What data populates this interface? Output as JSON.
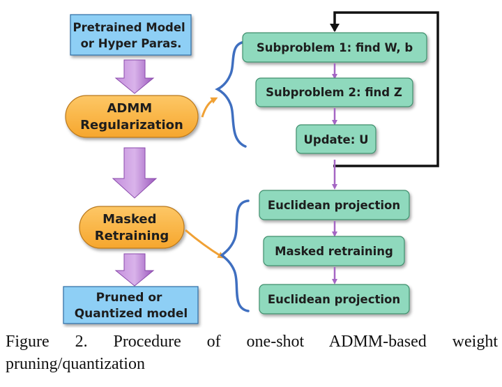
{
  "left_flow": {
    "pretrained": [
      "Pretrained Model",
      "or Hyper Paras."
    ],
    "admm": [
      "ADMM",
      "Regularization"
    ],
    "masked": [
      "Masked",
      "Retraining"
    ],
    "output": [
      "Pruned or",
      "Quantized model"
    ]
  },
  "admm_steps": [
    "Subproblem 1: find W, b",
    "Subproblem 2: find Z",
    "Update: U"
  ],
  "retrain_steps": [
    "Euclidean projection",
    "Masked retraining",
    "Euclidean projection"
  ],
  "caption": "Figure 2. Procedure of one-shot ADMM-based weight pruning/quantization",
  "colors": {
    "blue_box": "#8ecff5",
    "orange_pill": "#fbb447",
    "green_box": "#8fd9bd",
    "purple_arrow": "#a566c4",
    "orange_arrow": "#f0a135",
    "brace": "#3f6fc0"
  }
}
